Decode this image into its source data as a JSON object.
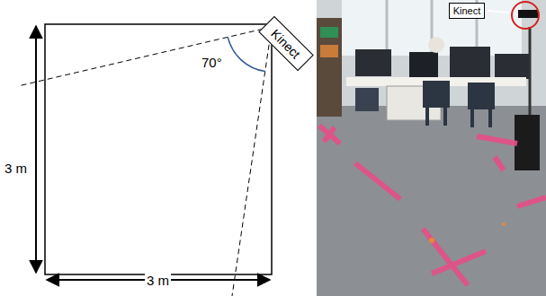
{
  "diagram": {
    "nodes": [
      {
        "text": [
          "Kinect"
        ]
      },
      {
        "text": [
          "Kinect"
        ]
      }
    ],
    "edges": [],
    "labels": [
      "70°",
      "3 m",
      "3 m"
    ]
  }
}
